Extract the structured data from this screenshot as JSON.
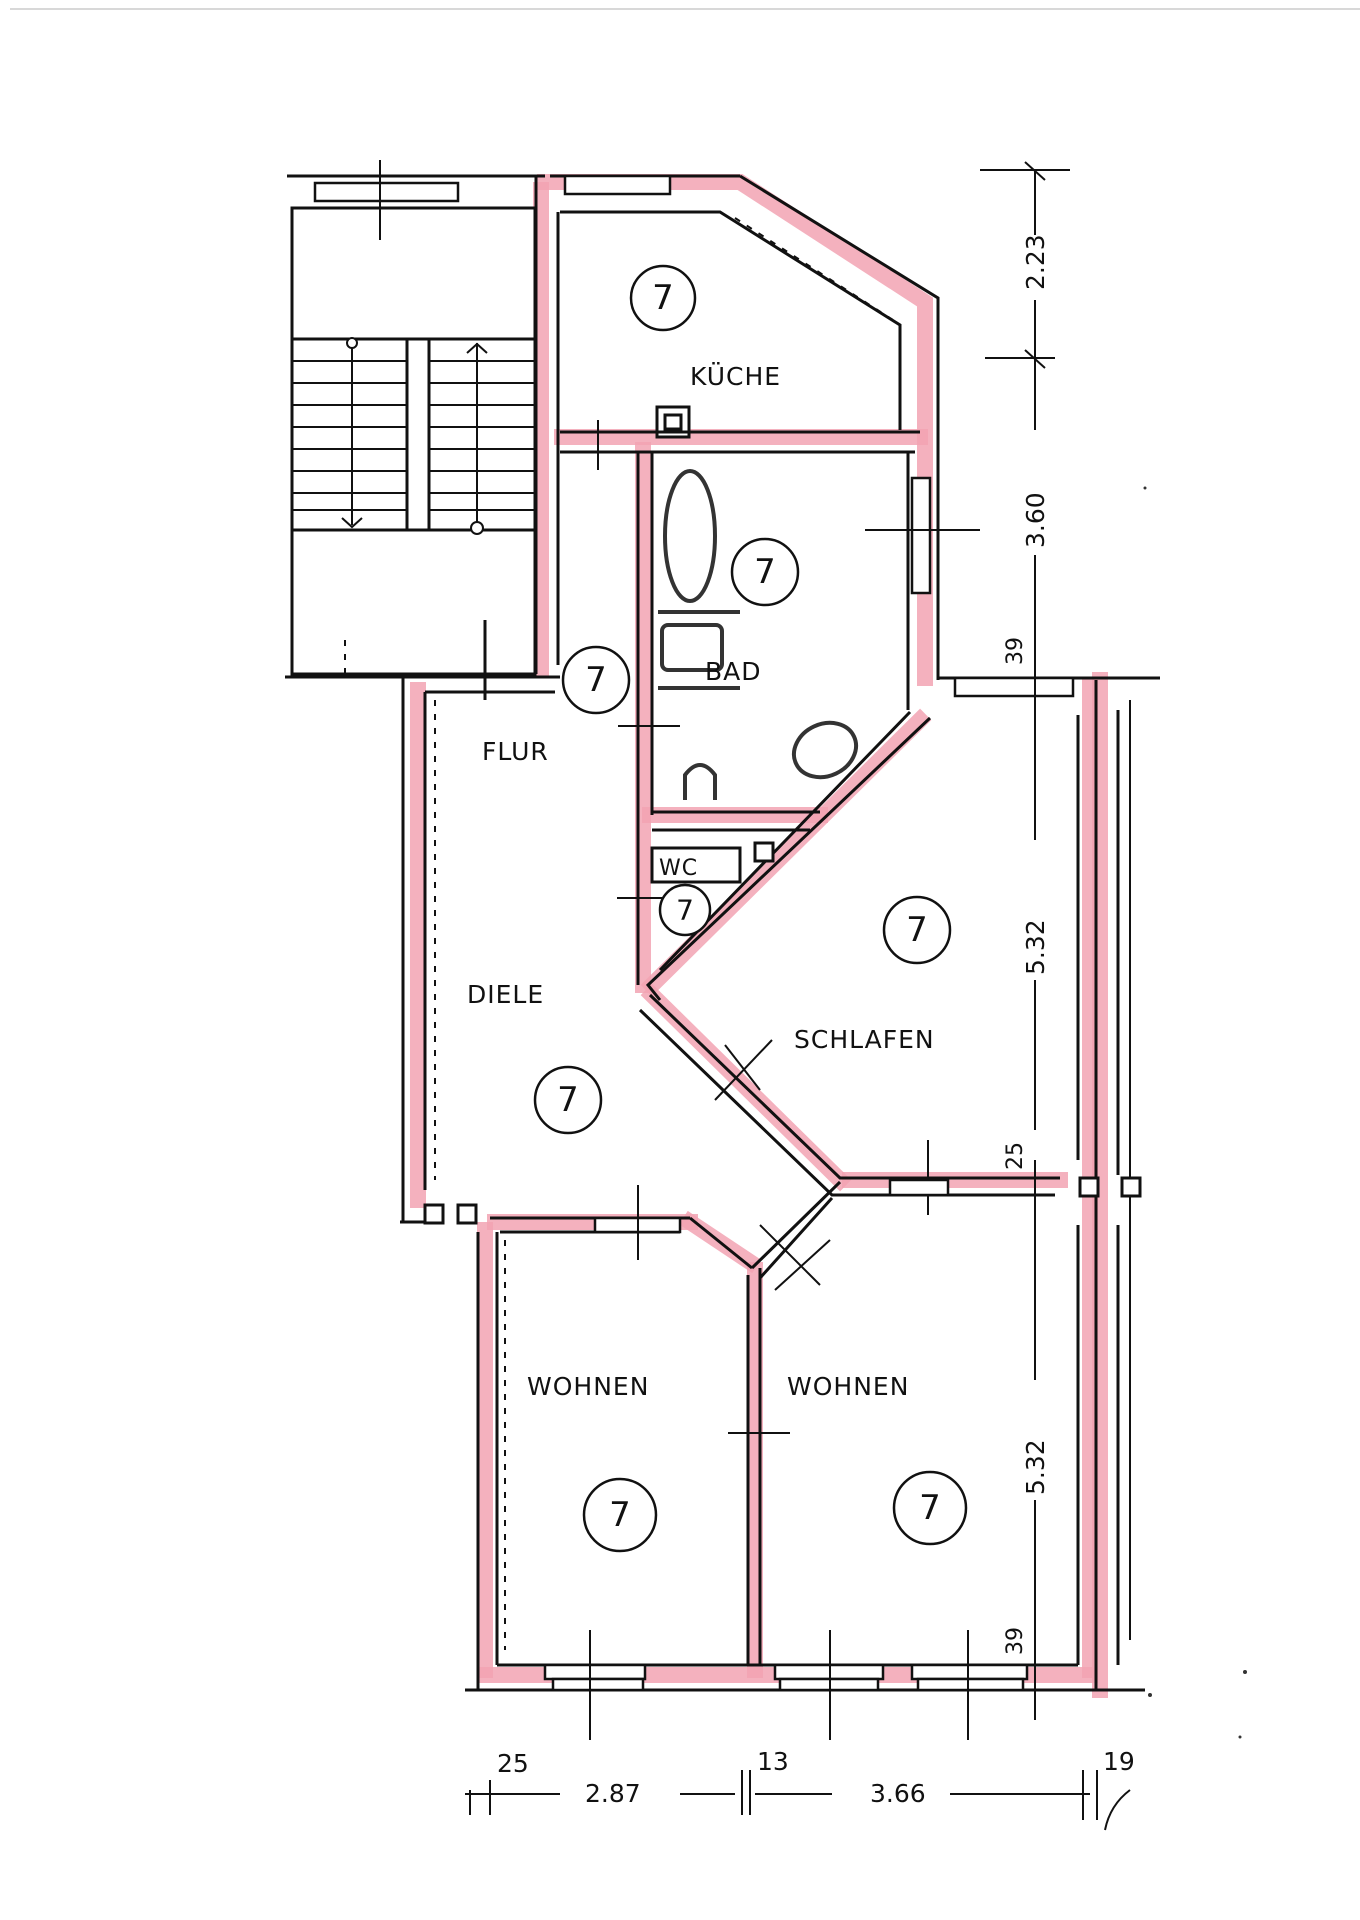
{
  "plan": {
    "rooms": [
      {
        "id": "kueche",
        "label": "KÜCHE",
        "badge": "7"
      },
      {
        "id": "bad",
        "label": "BAD",
        "badge": "7"
      },
      {
        "id": "flur",
        "label": "FLUR",
        "badge": "7"
      },
      {
        "id": "wc",
        "label": "WC",
        "badge": "7"
      },
      {
        "id": "diele",
        "label": "DIELE",
        "badge": "7"
      },
      {
        "id": "schlafen",
        "label": "SCHLAFEN",
        "badge": "7"
      },
      {
        "id": "wohnen_left",
        "label": "WOHNEN",
        "badge": "7"
      },
      {
        "id": "wohnen_right",
        "label": "WOHNEN",
        "badge": "7"
      }
    ],
    "dimensions": {
      "right": [
        "2.23",
        "3.60",
        "39",
        "5.32",
        "25",
        "5.32",
        "39"
      ],
      "bottom": [
        "25",
        "2.87",
        "13",
        "3.66",
        "19"
      ]
    },
    "colors": {
      "wall_highlight": "#f2a3b3",
      "line": "#111111",
      "background": "#ffffff"
    }
  }
}
